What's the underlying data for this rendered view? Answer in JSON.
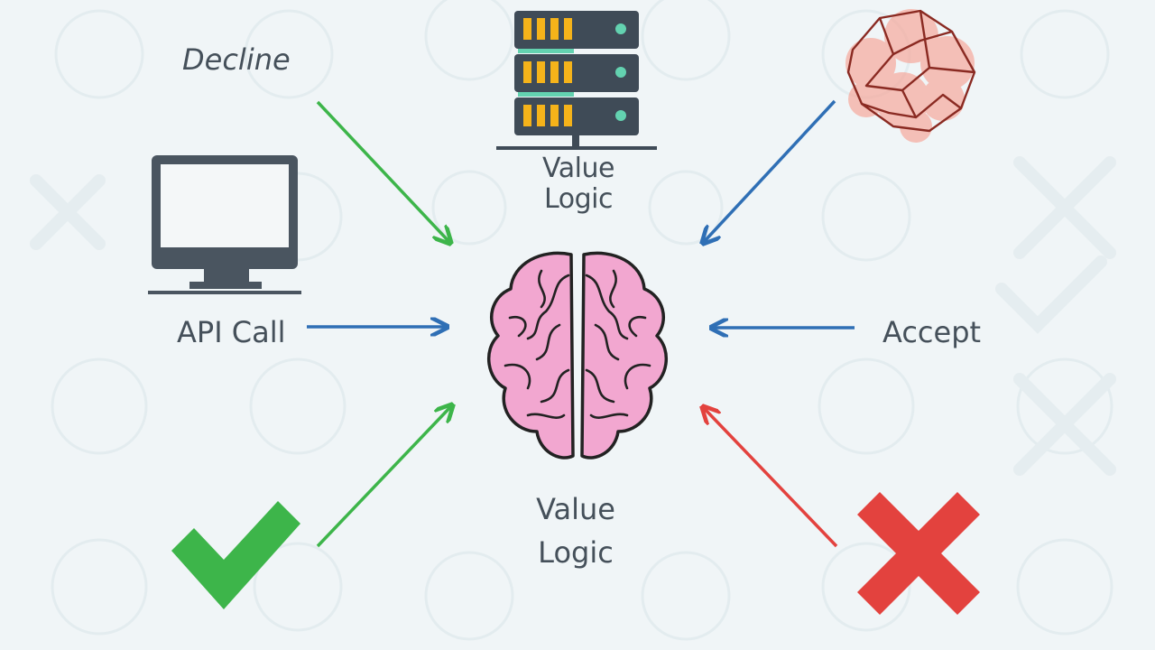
{
  "labels": {
    "top_left": "Decline",
    "server_line1": "Value",
    "server_line2": "Logic",
    "left": "API Call",
    "right": "Accept",
    "bottom_line1": "Value",
    "bottom_line2": "Logic"
  },
  "icons": {
    "top_center": "server-rack-icon",
    "top_right": "tangled-network-icon",
    "left": "monitor-icon",
    "center": "brain-icon",
    "bottom_left": "checkmark-icon",
    "bottom_right": "cross-icon"
  },
  "colors": {
    "background": "#f0f5f7",
    "text": "#45505a",
    "green": "#3db54a",
    "blue": "#2f6fb5",
    "red": "#e3423e",
    "brain_fill": "#f2a7d0",
    "brain_stroke": "#222222",
    "server_body": "#3f4b57",
    "server_amber": "#f5b31a",
    "server_teal": "#63d2b0"
  }
}
